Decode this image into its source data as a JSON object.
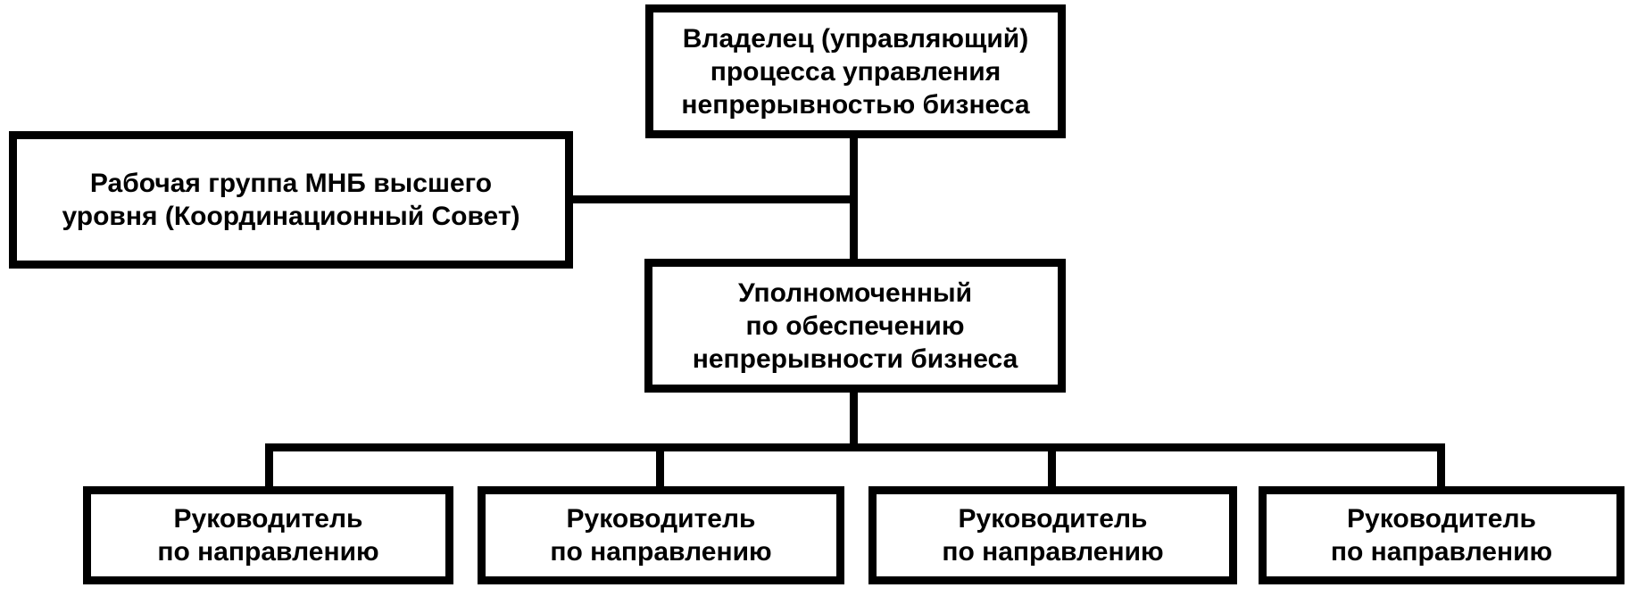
{
  "diagram": {
    "type": "org-chart",
    "background_color": "#ffffff",
    "line_color": "#000000",
    "text_color": "#000000",
    "nodes": {
      "owner": {
        "lines": [
          "Владелец (управляющий)",
          "процесса управления",
          "непрерывностью бизнеса"
        ]
      },
      "working_group": {
        "lines": [
          "Рабочая группа МНБ высшего",
          "уровня (Координационный Совет)"
        ]
      },
      "authorized": {
        "lines": [
          "Уполномоченный",
          "по обеспечению",
          "непрерывности бизнеса"
        ]
      },
      "managers": [
        {
          "lines": [
            "Руководитель",
            "по направлению"
          ]
        },
        {
          "lines": [
            "Руководитель",
            "по направлению"
          ]
        },
        {
          "lines": [
            "Руководитель",
            "по направлению"
          ]
        },
        {
          "lines": [
            "Руководитель",
            "по направлению"
          ]
        }
      ]
    },
    "edges": [
      "owner -> authorized",
      "working_group -> trunk",
      "authorized -> managers (rake of 4)"
    ]
  }
}
